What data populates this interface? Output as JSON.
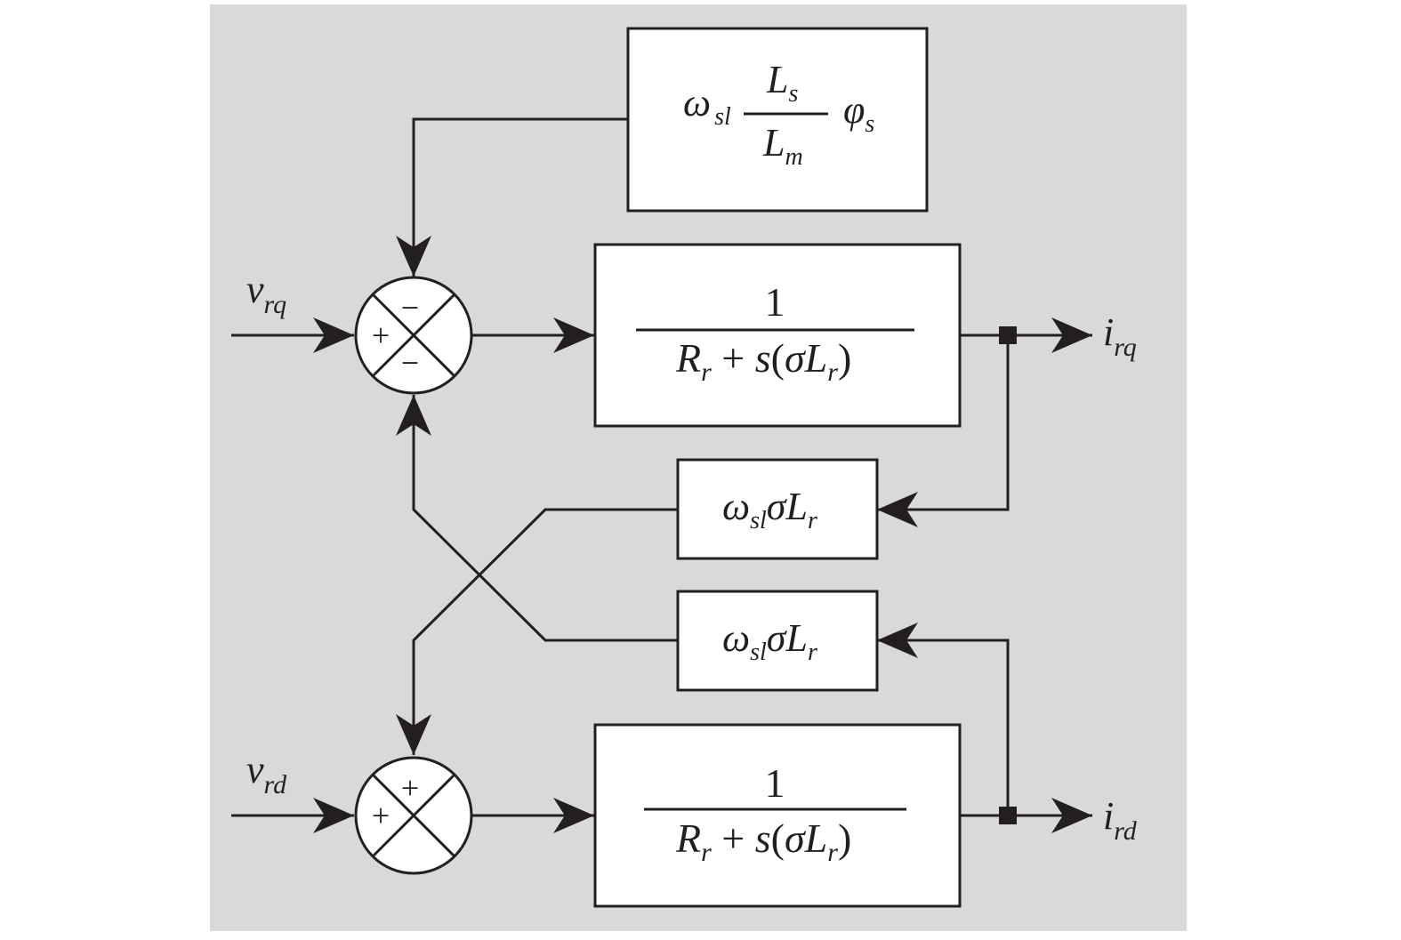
{
  "colors": {
    "panel": "#d9d9d9",
    "line": "#231f20",
    "block_fill": "#ffffff"
  },
  "top_block": {
    "omega": "ω",
    "omega_sub": "sl",
    "num_main": "L",
    "num_sub": "s",
    "den_main": "L",
    "den_sub": "m",
    "phi": "φ",
    "phi_sub": "s"
  },
  "q_axis": {
    "input_main": "v",
    "input_sub": "rq",
    "output_main": "i",
    "output_sub": "rq",
    "sum_signs": {
      "left": "+",
      "top": "−",
      "bottom": "−"
    },
    "tf_num": "1",
    "tf_den": {
      "R": "R",
      "r1": "r",
      "plus": " + ",
      "s": "s",
      "open": "(",
      "sigma": "σ",
      "L": "L",
      "r2": "r",
      "close": ")"
    }
  },
  "d_axis": {
    "input_main": "v",
    "input_sub": "rd",
    "output_main": "i",
    "output_sub": "rd",
    "sum_signs": {
      "left": "+",
      "top": "+"
    },
    "tf_num": "1",
    "tf_den": {
      "R": "R",
      "r1": "r",
      "plus": " + ",
      "s": "s",
      "open": "(",
      "sigma": "σ",
      "L": "L",
      "r2": "r",
      "close": ")"
    }
  },
  "cross_block_upper": {
    "omega": "ω",
    "omega_sub": "sl",
    "rest": "σL",
    "r": "r"
  },
  "cross_block_lower": {
    "omega": "ω",
    "omega_sub": "sl",
    "rest": "σL",
    "r": "r"
  }
}
